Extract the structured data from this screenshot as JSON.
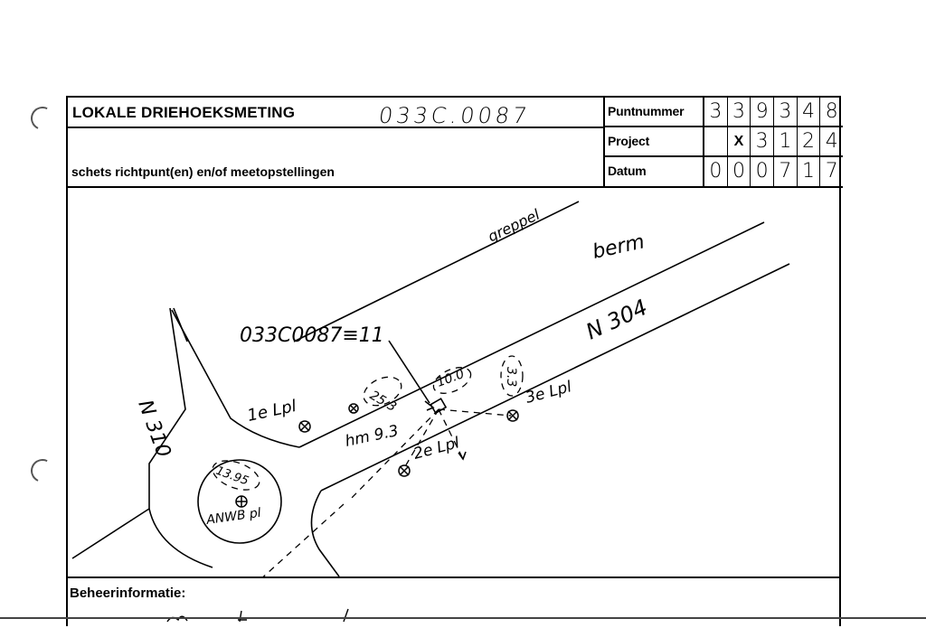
{
  "form": {
    "title": "LOKALE DRIEHOEKSMETING",
    "handwritten_id": "033C.0087",
    "subtitle": "schets richtpunt(en) en/of meetopstellingen",
    "fields": [
      {
        "label": "Puntnummer",
        "digits": [
          "3",
          "3",
          "9",
          "3",
          "4",
          "8"
        ]
      },
      {
        "label": "Project",
        "digits": [
          "",
          "X",
          "3",
          "1",
          "2",
          "4"
        ]
      },
      {
        "label": "Datum",
        "digits": [
          "0",
          "0",
          "0",
          "7",
          "1",
          "7"
        ]
      }
    ],
    "footer_label": "Beheerinformatie:"
  },
  "sketch": {
    "point_label": "033C0087≡11",
    "greppel": "greppel",
    "berm": "berm",
    "road_n304": "N 304",
    "road_n310": "N 310",
    "lp1": "1e Lpl",
    "lp2": "2e Lpl",
    "lp3": "3e Lpl",
    "hm": "hm 9.3",
    "anwb": "ANWB pl",
    "dist_253": "25.3",
    "dist_100": "10.0",
    "dist_33": "3.3",
    "dist_1395": "13.95"
  }
}
